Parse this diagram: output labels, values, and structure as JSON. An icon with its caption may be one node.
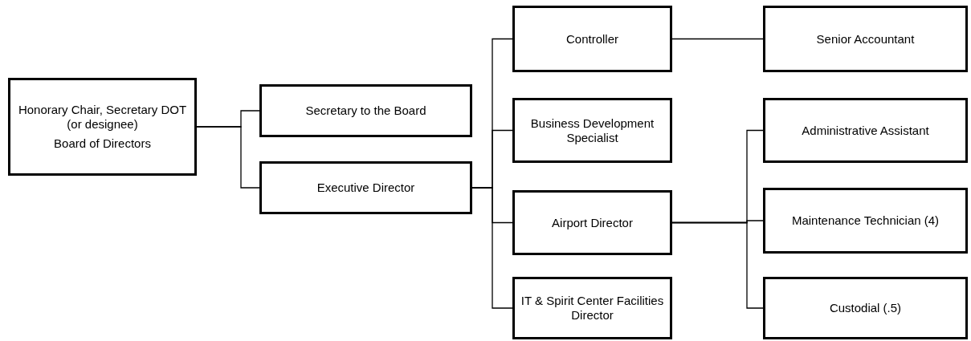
{
  "diagram": {
    "nodes": [
      {
        "text": [
          "Honorary Chair, Secretary DOT (or designee)",
          "Board of Directors"
        ]
      },
      {
        "text": [
          "Secretary to the Board"
        ]
      },
      {
        "text": [
          "Executive Director"
        ]
      },
      {
        "text": [
          "Controller"
        ]
      },
      {
        "text": [
          "Business Development Specialist"
        ]
      },
      {
        "text": [
          "Airport Director"
        ]
      },
      {
        "text": [
          "IT & Spirit Center Facilities Director"
        ]
      },
      {
        "text": [
          "Senior Accountant"
        ]
      },
      {
        "text": [
          "Administrative Assistant"
        ]
      },
      {
        "text": [
          "Maintenance Technician (4)"
        ]
      },
      {
        "text": [
          "Custodial (.5)"
        ]
      }
    ],
    "edges": [
      {
        "from": 0,
        "to": 1,
        "arrow": "none"
      },
      {
        "from": 0,
        "to": 2,
        "arrow": "none"
      },
      {
        "from": 2,
        "to": 3,
        "arrow": "none"
      },
      {
        "from": 2,
        "to": 4,
        "arrow": "none"
      },
      {
        "from": 2,
        "to": 5,
        "arrow": "none"
      },
      {
        "from": 2,
        "to": 6,
        "arrow": "none"
      },
      {
        "from": 3,
        "to": 7,
        "arrow": "none"
      },
      {
        "from": 5,
        "to": 8,
        "arrow": "none"
      },
      {
        "from": 5,
        "to": 9,
        "arrow": "none"
      },
      {
        "from": 5,
        "to": 10,
        "arrow": "none"
      }
    ]
  }
}
